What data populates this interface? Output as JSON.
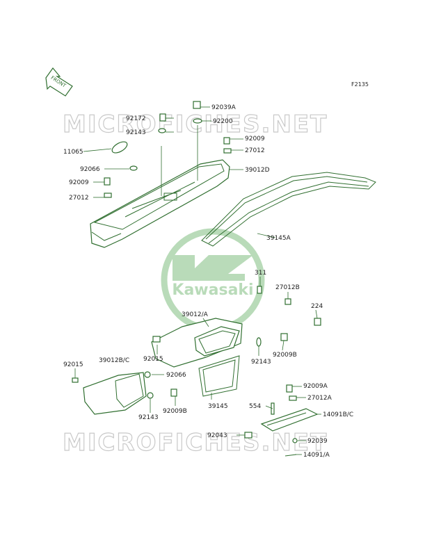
{
  "ref_code": "F2135",
  "front_arrow_text": "FRONT",
  "watermark": "MICROFICHES.NET",
  "logo_text": "Kawasaki",
  "colors": {
    "line": "#2f6e2f",
    "logo": "#b9dbb9",
    "watermark": "#c9c9c9"
  },
  "labels": [
    "92039A",
    "92172",
    "92200",
    "92143",
    "92009",
    "27012",
    "11065",
    "39012D",
    "92066",
    "92009",
    "27012",
    "39145A",
    "311",
    "27012B",
    "224",
    "39012/A",
    "92015",
    "92143",
    "92009B",
    "39012B/C",
    "92015",
    "92066",
    "39145",
    "92143",
    "92009B",
    "92009A",
    "554",
    "27012A",
    "14091B/C",
    "92043",
    "92039",
    "14091/A"
  ]
}
